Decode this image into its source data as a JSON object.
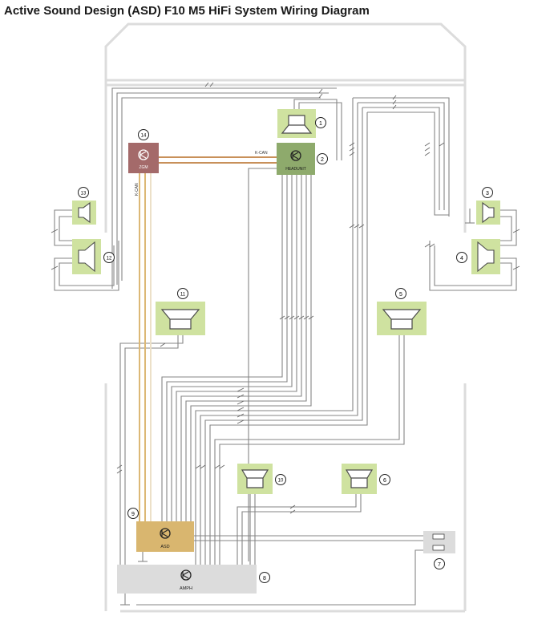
{
  "title": "Active Sound Design (ASD) F10 M5 HiFi System Wiring Diagram",
  "modules": {
    "zgm": "ZGM",
    "headunit": "HEADUNIT",
    "asd": "ASD",
    "amph": "AMPH"
  },
  "bus_labels": {
    "kcan_horizontal": "K-CAN",
    "kcan_vertical": "K-CAN"
  },
  "callouts": [
    "1",
    "2",
    "3",
    "4",
    "5",
    "6",
    "7",
    "8",
    "9",
    "10",
    "11",
    "12",
    "13",
    "14"
  ],
  "colors": {
    "speaker_box": "#cfe2a0",
    "speaker_stroke": "#4a4a4a",
    "zgm": "#a46a6a",
    "headunit": "#8eaa6c",
    "asd": "#d9b66f",
    "amph": "#dcdcdc",
    "kcan_wire": "#c8905a",
    "asd_kcan_wire": "#e2c27a",
    "wire": "#7a7a7a",
    "body_outline": "#dadada"
  }
}
